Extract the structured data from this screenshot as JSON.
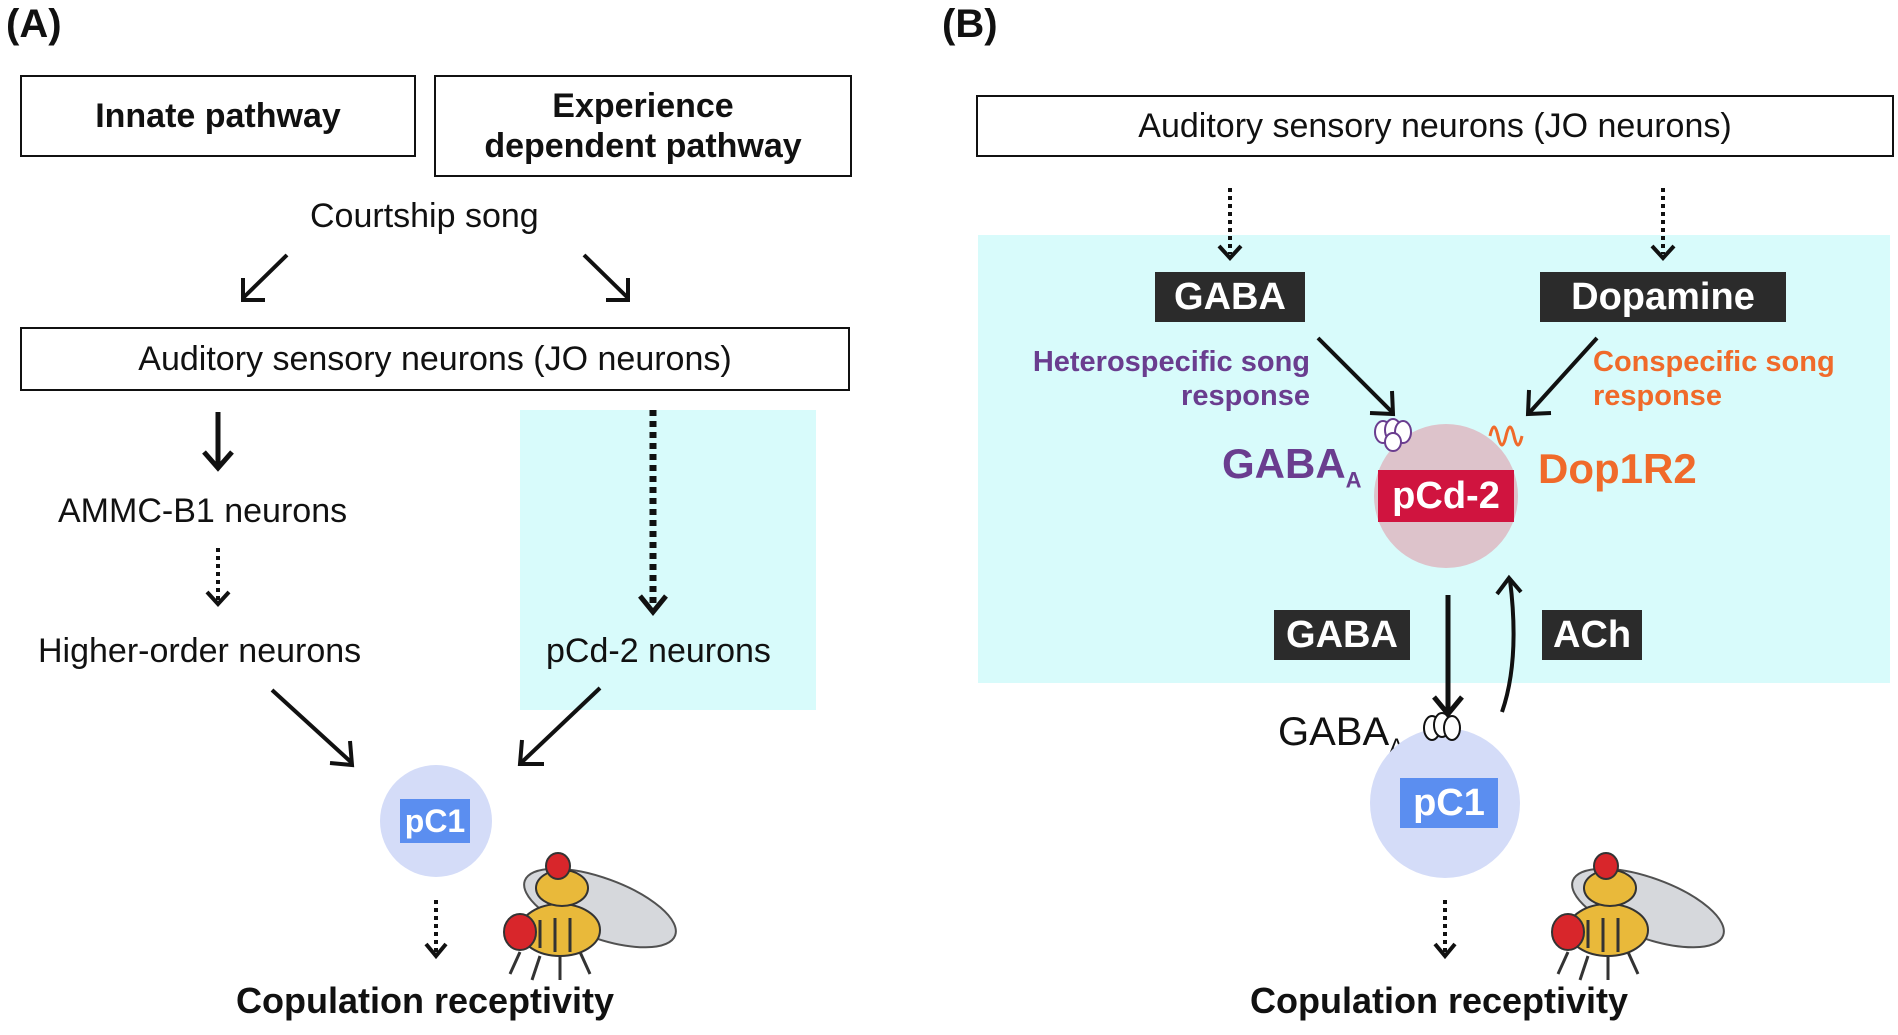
{
  "panelA": {
    "label": "(A)",
    "innate_title": "Innate pathway",
    "experience_title": "Experience dependent pathway",
    "courtship_song": "Courtship song",
    "sensory": "Auditory sensory neurons (JO neurons)",
    "ammc": "AMMC-B1 neurons",
    "higher": "Higher-order neurons",
    "pcd2": "pCd-2 neurons",
    "pc1": "pC1",
    "output": "Copulation receptivity"
  },
  "panelB": {
    "label": "(B)",
    "sensory": "Auditory sensory neurons (JO neurons)",
    "gaba_tag": "GABA",
    "dopamine_tag": "Dopamine",
    "hetero_line1": "Heterospecific song",
    "hetero_line2": "response",
    "con_line1": "Conspecific song",
    "con_line2": "response",
    "gabaa_receptor": "GABA",
    "gabaa_sub": "A",
    "dop_receptor": "Dop1R2",
    "pcd2": "pCd-2",
    "gaba_down": "GABA",
    "ach_up": "ACh",
    "pc1_gabaa": "GABA",
    "pc1_gabaa_sub": "A",
    "pc1": "pC1",
    "output": "Copulation receptivity"
  },
  "colors": {
    "cyan_bg": "#d8fbfb",
    "tag_bg": "#2b2b2b",
    "pcd2_chip": "#d0143f",
    "pcd2_circle": "#ddc3cb",
    "pc1_chip": "#5b8ef0",
    "pc1_circle": "#d4dcf8",
    "purple": "#6a3d8f",
    "orange": "#f06a2a"
  }
}
